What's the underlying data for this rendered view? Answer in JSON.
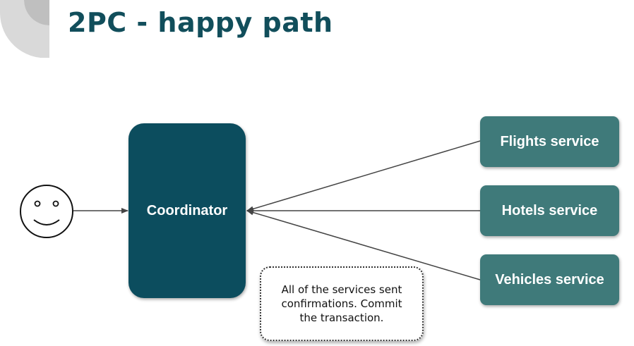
{
  "slide": {
    "title": "2PC - happy path"
  },
  "diagram": {
    "user": {
      "icon": "smiley-face-icon"
    },
    "coordinator": {
      "label": "Coordinator",
      "color": "#0c4d5e"
    },
    "services": [
      {
        "label": "Flights service",
        "color": "#3f7a7a"
      },
      {
        "label": "Hotels service",
        "color": "#3f7a7a"
      },
      {
        "label": "Vehicles service",
        "color": "#3f7a7a"
      }
    ],
    "note": {
      "text": "All of the services sent\nconfirmations. Commit\nthe transaction."
    },
    "colors": {
      "title": "#114e5b",
      "arrow": "#444444",
      "corner_decoration": "#d9d9d9"
    }
  }
}
